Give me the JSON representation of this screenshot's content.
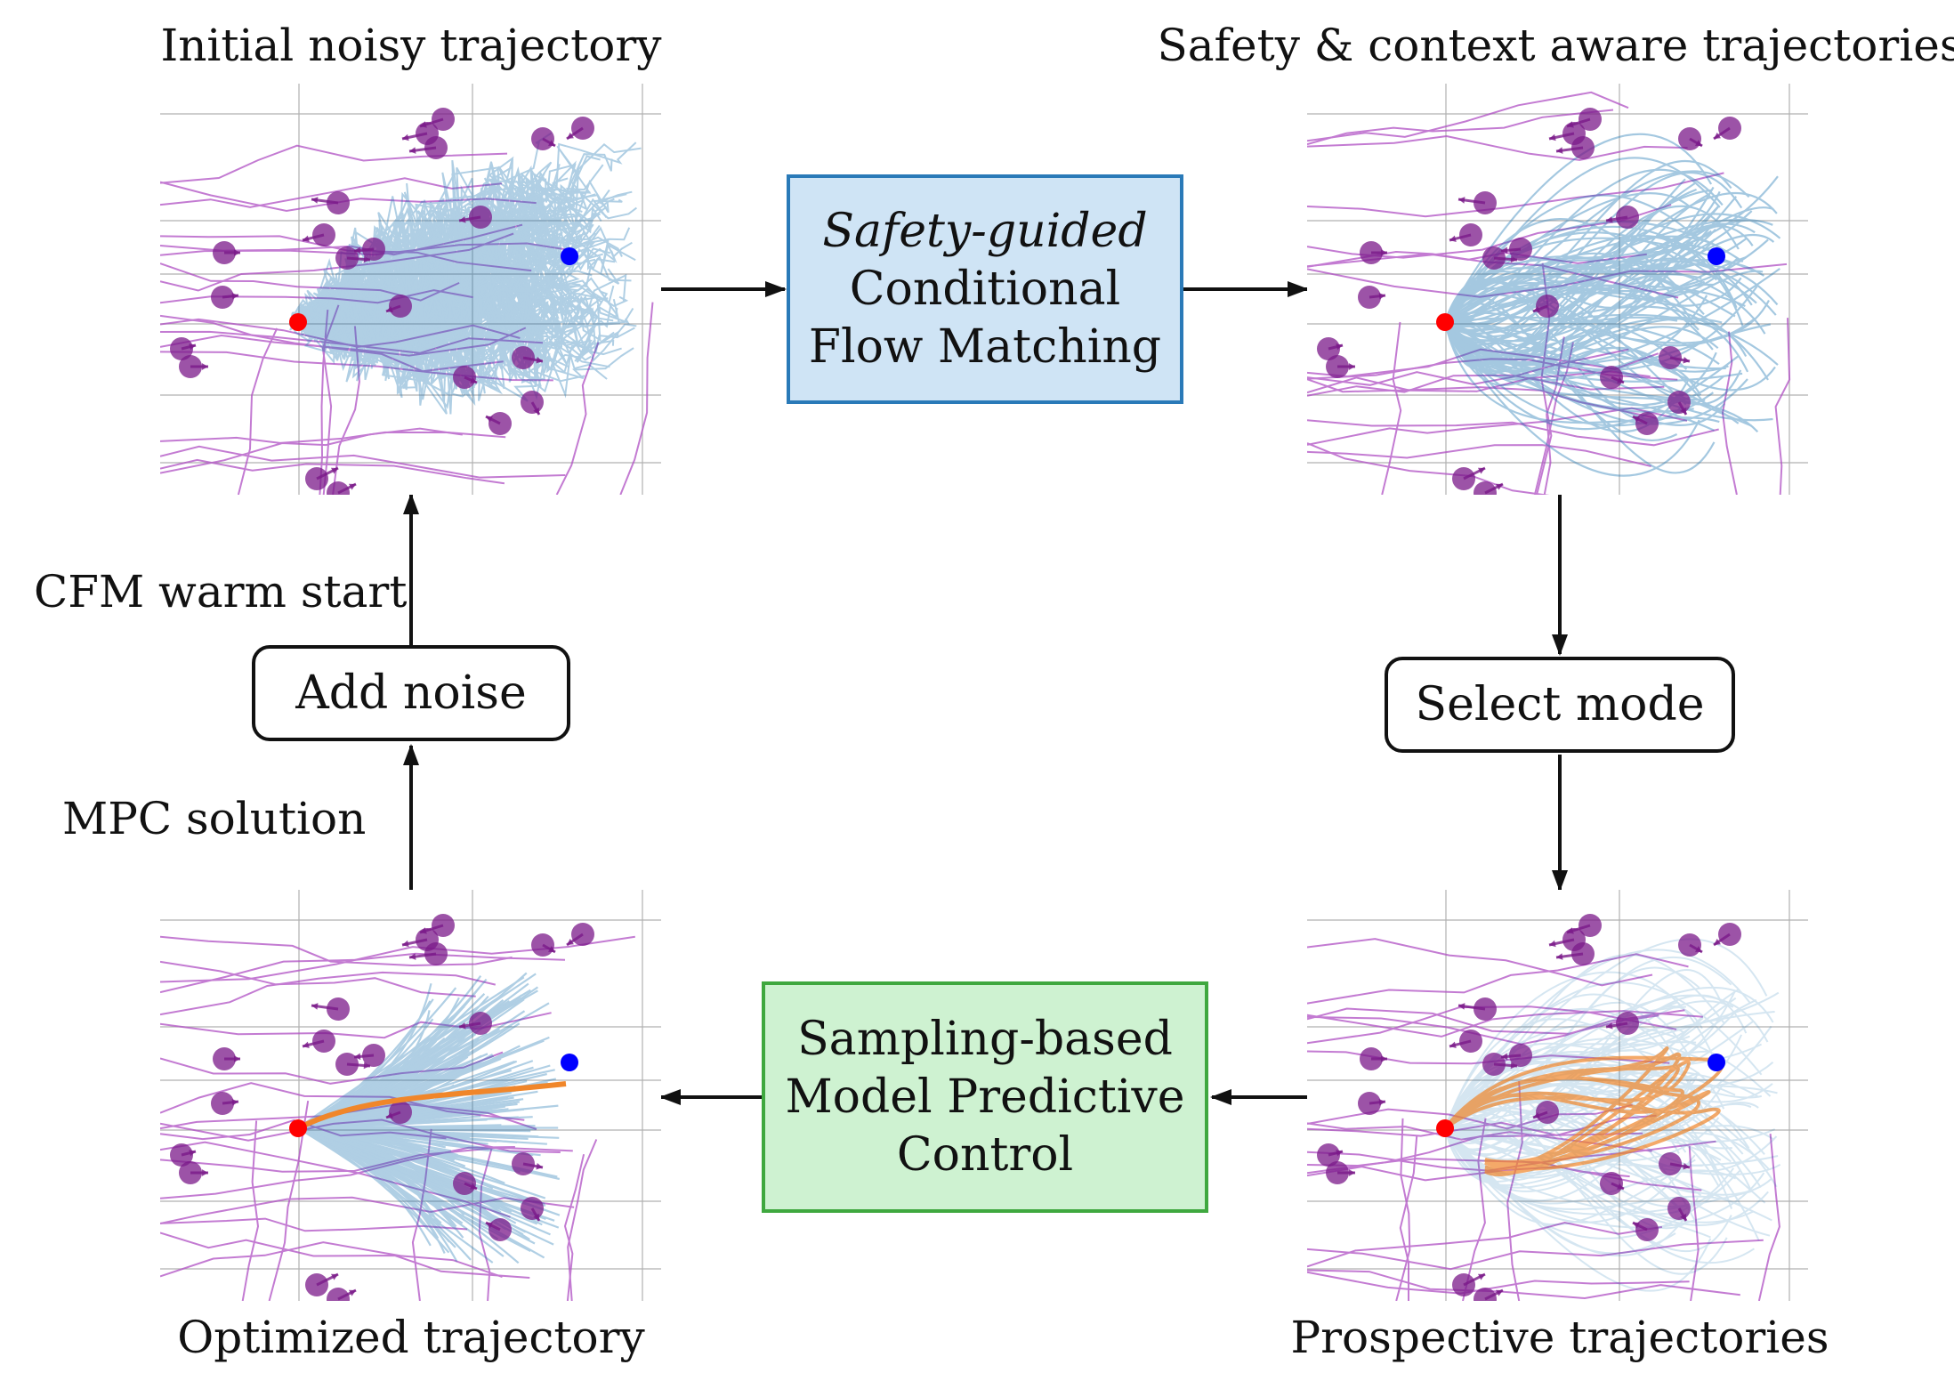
{
  "titles": {
    "initial": "Initial noisy trajectory",
    "safety": "Safety & context aware trajectories",
    "optimized": "Optimized trajectory",
    "prospective": "Prospective trajectories"
  },
  "boxes": {
    "cfm": [
      "Safety-guided",
      "Conditional",
      "Flow Matching"
    ],
    "mpc": [
      "Sampling-based",
      "Model Predictive",
      "Control"
    ],
    "add_noise": "Add noise",
    "select_mode": "Select mode"
  },
  "edge_labels": {
    "warm_start": "CFM warm start",
    "mpc_solution": "MPC solution"
  },
  "colors": {
    "trajectory": "#1f77b4",
    "pedestrian": "#7b1a8a",
    "pedestrian_trail": "#b04fc4",
    "start": "#ff0000",
    "goal": "#0000ff",
    "optimal": "#f0862a",
    "grid": "#b0b0b0"
  }
}
